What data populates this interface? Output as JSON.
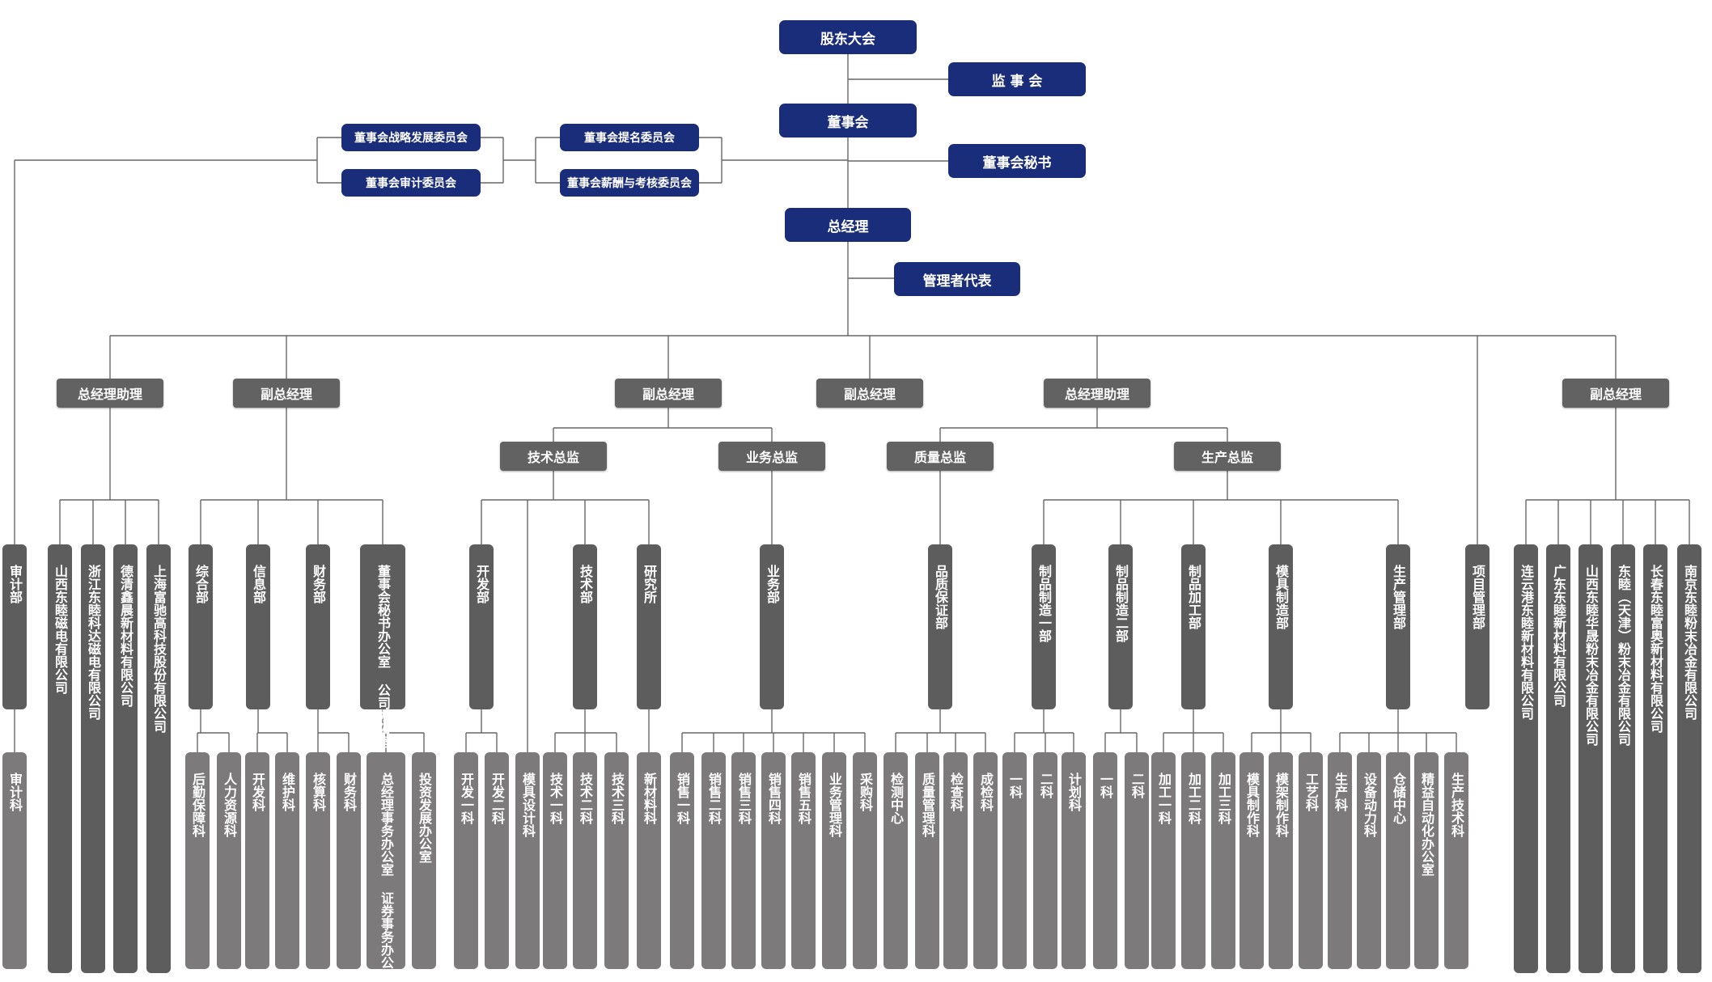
{
  "colors": {
    "board_blue": "#1a2d7a",
    "manager_gray": "#626262",
    "dept_gray": "#5d5d5d",
    "section_gray": "#7c7a7b",
    "line_gray": "#666666",
    "background": "#ffffff"
  },
  "top": {
    "shareholders": "股东大会",
    "supervisors": "监 事 会",
    "board": "董事会",
    "board_secretary": "董事会秘书",
    "gm": "总经理",
    "mgmt_rep": "管理者代表"
  },
  "committees": {
    "strategy": "董事会战略发展委员会",
    "audit": "董事会审计委员会",
    "nomination": "董事会提名委员会",
    "compensation": "董事会薪酬与考核委员会"
  },
  "managers": [
    {
      "id": "m1",
      "label": "总经理助理"
    },
    {
      "id": "m2",
      "label": "副总经理"
    },
    {
      "id": "m3",
      "label": "副总经理"
    },
    {
      "id": "m4",
      "label": "副总经理"
    },
    {
      "id": "m5",
      "label": "总经理助理"
    },
    {
      "id": "m6",
      "label": "副总经理"
    }
  ],
  "directors": [
    {
      "id": "d1",
      "label": "技术总监"
    },
    {
      "id": "d2",
      "label": "业务总监"
    },
    {
      "id": "d3",
      "label": "质量总监"
    },
    {
      "id": "d4",
      "label": "生产总监"
    }
  ],
  "departments": [
    {
      "id": "audit",
      "label": "审计部"
    },
    {
      "id": "c1",
      "label": "山西东睦磁电有限公司"
    },
    {
      "id": "c2",
      "label": "浙江东睦科达磁电有限公司"
    },
    {
      "id": "c3",
      "label": "德清鑫晨新材料有限公司"
    },
    {
      "id": "c4",
      "label": "上海富驰高科技股份有限公司"
    },
    {
      "id": "zh",
      "label": "综合部"
    },
    {
      "id": "xx",
      "label": "信息部"
    },
    {
      "id": "cw",
      "label": "财务部"
    },
    {
      "id": "ds",
      "label": "董事会秘书办公室 公司办公室"
    },
    {
      "id": "kf",
      "label": "开发部"
    },
    {
      "id": "js",
      "label": "技术部"
    },
    {
      "id": "yj",
      "label": "研究所"
    },
    {
      "id": "yw",
      "label": "业务部"
    },
    {
      "id": "pz",
      "label": "品质保证部"
    },
    {
      "id": "zz1",
      "label": "制品制造一部"
    },
    {
      "id": "zz2",
      "label": "制品制造二部"
    },
    {
      "id": "jg",
      "label": "制品加工部"
    },
    {
      "id": "mj",
      "label": "模具制造部"
    },
    {
      "id": "sc",
      "label": "生产管理部"
    },
    {
      "id": "xm",
      "label": "项目管理部"
    },
    {
      "id": "c5",
      "label": "连云港东睦新材料有限公司"
    },
    {
      "id": "c6",
      "label": "广东东睦新材料有限公司"
    },
    {
      "id": "c7",
      "label": "山西东睦华晟粉末冶金有限公司"
    },
    {
      "id": "c8",
      "label": "东睦（天津）粉末冶金有限公司"
    },
    {
      "id": "c9",
      "label": "长春东睦富奥新材料有限公司"
    },
    {
      "id": "c10",
      "label": "南京东睦粉末冶金有限公司"
    }
  ],
  "sections": [
    {
      "id": "s1",
      "label": "审计科"
    },
    {
      "id": "s2",
      "label": "后勤保障科"
    },
    {
      "id": "s3",
      "label": "人力资源科"
    },
    {
      "id": "s4",
      "label": "开发科"
    },
    {
      "id": "s5",
      "label": "维护科"
    },
    {
      "id": "s6",
      "label": "核算科"
    },
    {
      "id": "s7",
      "label": "财务科"
    },
    {
      "id": "s8",
      "label": "总经理事务办公室 证券事务办公室"
    },
    {
      "id": "s9",
      "label": "投资发展办公室"
    },
    {
      "id": "s10",
      "label": "开发一科"
    },
    {
      "id": "s11",
      "label": "开发二科"
    },
    {
      "id": "s12",
      "label": "模具设计科"
    },
    {
      "id": "s13",
      "label": "技术一科"
    },
    {
      "id": "s14",
      "label": "技术二科"
    },
    {
      "id": "s15",
      "label": "技术三科"
    },
    {
      "id": "s16",
      "label": "新材料科"
    },
    {
      "id": "s17",
      "label": "销售一科"
    },
    {
      "id": "s18",
      "label": "销售二科"
    },
    {
      "id": "s19",
      "label": "销售三科"
    },
    {
      "id": "s20",
      "label": "销售四科"
    },
    {
      "id": "s21",
      "label": "销售五科"
    },
    {
      "id": "s22",
      "label": "业务管理科"
    },
    {
      "id": "s23",
      "label": "采购科"
    },
    {
      "id": "s24",
      "label": "检测中心"
    },
    {
      "id": "s25",
      "label": "质量管理科"
    },
    {
      "id": "s26",
      "label": "检查科"
    },
    {
      "id": "s27",
      "label": "成检科"
    },
    {
      "id": "s28",
      "label": "一科"
    },
    {
      "id": "s29",
      "label": "二科"
    },
    {
      "id": "s30",
      "label": "计划科"
    },
    {
      "id": "s31",
      "label": "一科"
    },
    {
      "id": "s32",
      "label": "二科"
    },
    {
      "id": "s33",
      "label": "加工一科"
    },
    {
      "id": "s34",
      "label": "加工二科"
    },
    {
      "id": "s35",
      "label": "加工三科"
    },
    {
      "id": "s36",
      "label": "模具制作科"
    },
    {
      "id": "s37",
      "label": "模架制作科"
    },
    {
      "id": "s38",
      "label": "工艺科"
    },
    {
      "id": "s39",
      "label": "生产科"
    },
    {
      "id": "s40",
      "label": "设备动力科"
    },
    {
      "id": "s41",
      "label": "仓储中心"
    },
    {
      "id": "s42",
      "label": "精益自动化办公室"
    },
    {
      "id": "s43",
      "label": "生产技术科"
    }
  ]
}
